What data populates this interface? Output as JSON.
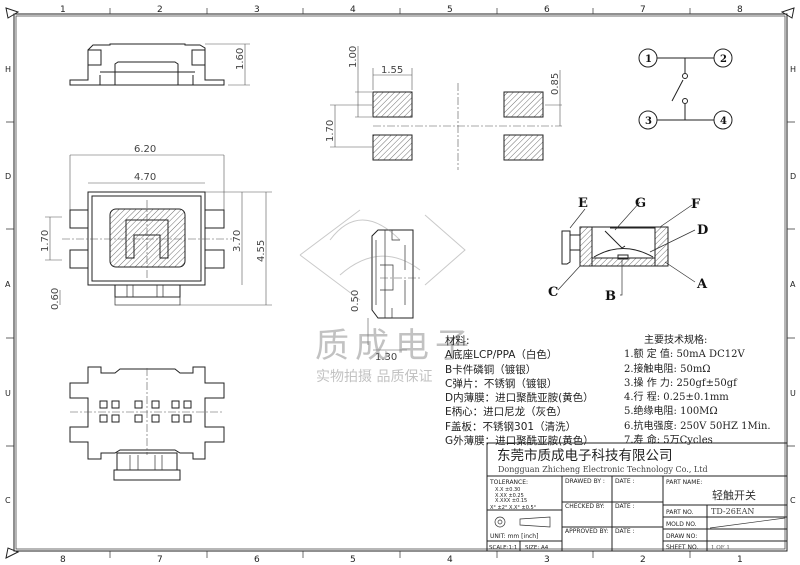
{
  "ruler": {
    "top": [
      "1",
      "2",
      "3",
      "4",
      "5",
      "6",
      "7",
      "8"
    ],
    "bottom": [
      "8",
      "7",
      "6",
      "5",
      "4",
      "3",
      "2",
      "1"
    ],
    "side": [
      "H",
      "D",
      "A",
      "U",
      "C"
    ]
  },
  "dims": {
    "top_h": "1.60",
    "total_w": "6.20",
    "body_w": "4.70",
    "pitch_left": "1.70",
    "body_h": "3.70",
    "total_h": "4.55",
    "pad_gap": "0.60",
    "fp_pad_w": "1.55",
    "fp_pad_h": "1.00",
    "fp_pitch": "1.70",
    "fp_half": "0.85",
    "side_a": "0.50",
    "side_b": "1.30"
  },
  "schematic": {
    "pins": [
      "1",
      "2",
      "3",
      "4"
    ]
  },
  "section_labels": {
    "A": "A",
    "B": "B",
    "C": "C",
    "D": "D",
    "E": "E",
    "F": "F",
    "G": "G"
  },
  "watermark": {
    "line1": "质成电子",
    "line2": "实物拍摄 品质保证"
  },
  "materials": {
    "title": "材料:",
    "items": [
      "A底座LCP/PPA（白色）",
      "B卡件磷铜（镀银）",
      "C弹片：不锈钢（镀银）",
      "D内薄膜：进口聚酰亚胺(黄色）",
      "E柄心：进口尼龙（灰色）",
      "F盖板：不锈钢301（清洗）",
      "G外薄膜：进口聚酰亚胺(黄色）"
    ]
  },
  "specs": {
    "title": "主要技术规格:",
    "items": [
      "1.额 定 值: 50mA DC12V",
      "2.接触电阻: 50mΩ",
      "3.操 作 力: 250gf±50gf",
      "4.行    程: 0.25±0.1mm",
      "5.绝缘电阻: 100MΩ",
      "6.抗电强度: 250V 50HZ 1Min.",
      "7.寿    命: 5万Cycles"
    ]
  },
  "title_block": {
    "company_cn": "东莞市质成电子科技有限公司",
    "company_en": "Dongguan Zhicheng Electronic Technology Co., Ltd",
    "tolerance_label": "TOLERANCE:",
    "tol": [
      "X.X    ±0.30",
      "X.XX   ±0.25",
      "X.XXX  ±0.15"
    ],
    "tol_angle": "X° ±2°    X.X° ±0.5°",
    "unit": "UNIT:  mm  [inch]",
    "scale": "SCALE:1:1",
    "size": "SIZE: A4",
    "drawed_by": "DRAWED BY :",
    "checked_by": "CHECKED BY:",
    "approved_by": "APPROVED BY:",
    "date": "DATE :",
    "part_name_label": "PART NAME:",
    "part_name": "轻触开关",
    "part_no_label": "PART NO.",
    "part_no": "TD-26EAN",
    "mold_no_label": "MOLD NO.",
    "draw_no_label": "DRAW NO:",
    "sheet_no_label": "SHEET NO.",
    "sheet_no": "1 OF 1"
  }
}
